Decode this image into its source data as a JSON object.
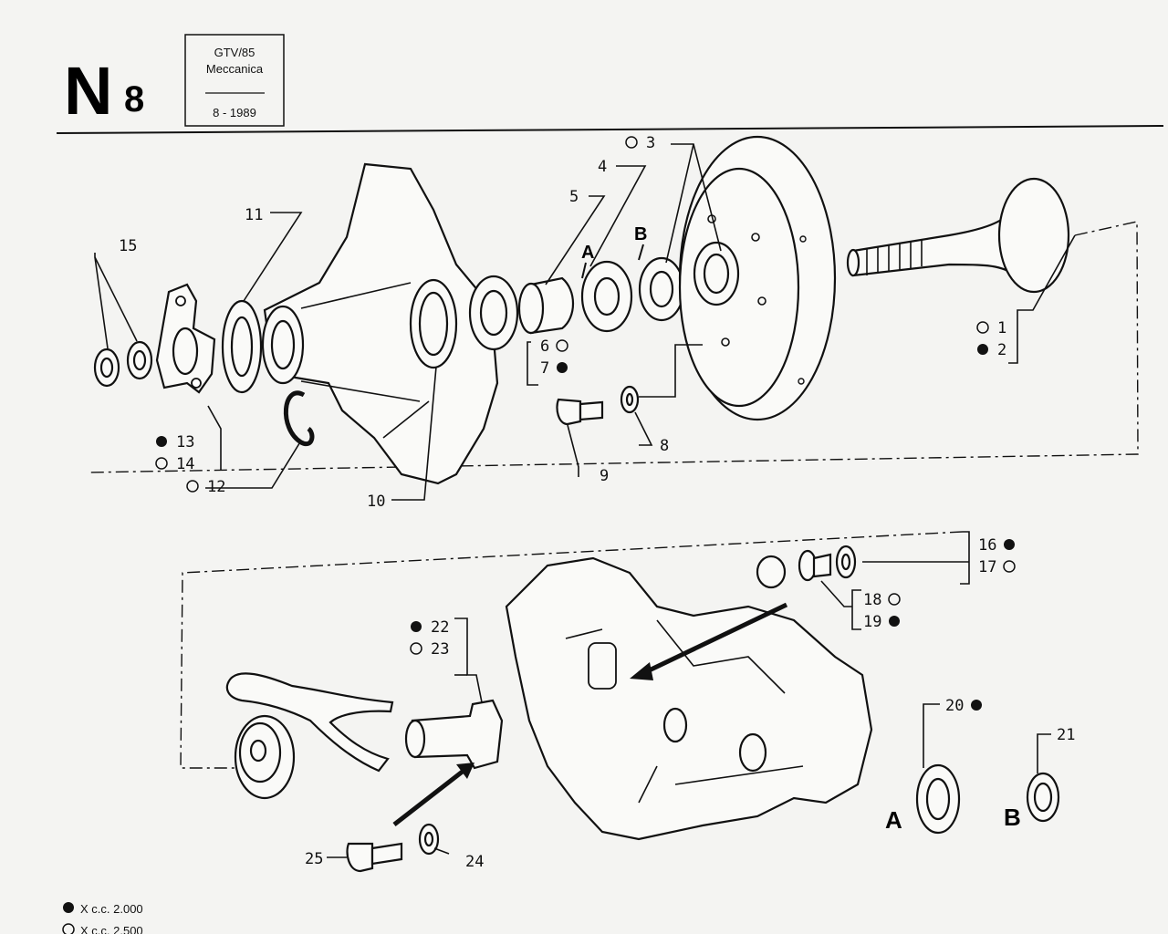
{
  "header": {
    "section_letter": "N",
    "section_number": "8",
    "model": "GTV/85",
    "category": "Meccanica",
    "date": "8 - 1989"
  },
  "callouts": [
    {
      "id": "c1",
      "text": "1",
      "marker": "open"
    },
    {
      "id": "c2",
      "text": "2",
      "marker": "filled"
    },
    {
      "id": "c3",
      "text": "3",
      "marker": "open"
    },
    {
      "id": "c4",
      "text": "4",
      "marker": "none"
    },
    {
      "id": "c5",
      "text": "5",
      "marker": "none"
    },
    {
      "id": "c6",
      "text": "6",
      "marker": "open"
    },
    {
      "id": "c7",
      "text": "7",
      "marker": "filled"
    },
    {
      "id": "c8",
      "text": "8",
      "marker": "none"
    },
    {
      "id": "c9",
      "text": "9",
      "marker": "none"
    },
    {
      "id": "c10",
      "text": "10",
      "marker": "none"
    },
    {
      "id": "c11",
      "text": "11",
      "marker": "none"
    },
    {
      "id": "c12",
      "text": "12",
      "marker": "open"
    },
    {
      "id": "c13",
      "text": "13",
      "marker": "filled"
    },
    {
      "id": "c14",
      "text": "14",
      "marker": "open"
    },
    {
      "id": "c15",
      "text": "15",
      "marker": "none"
    },
    {
      "id": "c16",
      "text": "16",
      "marker": "filled"
    },
    {
      "id": "c17",
      "text": "17",
      "marker": "open"
    },
    {
      "id": "c18",
      "text": "18",
      "marker": "open"
    },
    {
      "id": "c19",
      "text": "19",
      "marker": "filled"
    },
    {
      "id": "c20",
      "text": "20",
      "marker": "filled"
    },
    {
      "id": "c21",
      "text": "21",
      "marker": "none"
    },
    {
      "id": "c22",
      "text": "22",
      "marker": "filled"
    },
    {
      "id": "c23",
      "text": "23",
      "marker": "open"
    },
    {
      "id": "c24",
      "text": "24",
      "marker": "none"
    },
    {
      "id": "c25",
      "text": "25",
      "marker": "none"
    }
  ],
  "detail_letters": {
    "a_top": "A",
    "b_top": "B",
    "a_bottom": "A",
    "b_bottom": "B"
  },
  "legend": {
    "filled": "X c.c. 2.000",
    "open": "X c.c. 2.500"
  }
}
